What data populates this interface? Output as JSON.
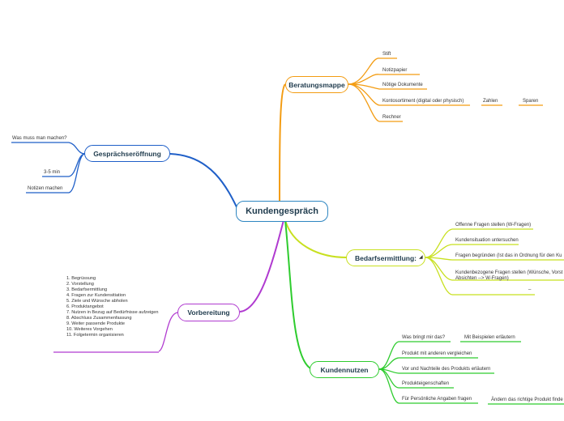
{
  "central": "Kundengespräch",
  "colors": {
    "central": "#2e86c1",
    "beratung": "#f39c12",
    "bedarf": "#c8e01f",
    "nutzen": "#2ecc2e",
    "vorbereitung": "#b03ad0",
    "eroeffnung": "#1f5fc8"
  },
  "beratungsmappe": {
    "title": "Beratungsmappe",
    "items": [
      "Stift",
      "Notizpapier",
      "Nötige Dokumente",
      "Kontosortiment (digital oder physisch)",
      "Rechner"
    ],
    "sub": [
      "Zahlen",
      "Sparen"
    ]
  },
  "gespraechseroeffnung": {
    "title": "Gesprächseröffnung",
    "items": [
      "Was muss man machen?",
      "3-5 min",
      "Notizen machen"
    ]
  },
  "bedarfsermittlung": {
    "title": "Bedarfsermittlung:",
    "items": [
      "Offenne Fragen stellen (W-Fragen)",
      "Kundensituation untersuchen",
      "Fragen begründen (Ist das in Ordnung für den Ku",
      "Kundenbezogene Fragen stellen (Wünsche, Vorst",
      "Absichten --> W-Fragen)",
      "_"
    ]
  },
  "vorbereitung": {
    "title": "Vorbereitung",
    "steps": [
      "1. Begrüssung",
      "2. Vorstellung",
      "3. Bedarfsermittlung",
      "4. Fragen zur Kundensitiation",
      "5. Ziele und Wünsche abholen",
      "6. Produktangebot",
      "7. Nutzen in Bezug auf Bedürfnisse aufzeigen",
      "8. Abschluss Zusammenfassung",
      "9. Weiter passende Produkte",
      "10. Weiteres Vorgehen",
      "11. Folgetermin organisieren"
    ]
  },
  "kundennutzen": {
    "title": "Kundennutzen",
    "items": [
      "Was bringt mir das?",
      "Produkt mit anderen vergleichen",
      "Vor und Nachteile des Produkts erläutern",
      "Produkteigenschaften",
      "Für Persönliche Angaben fragen"
    ],
    "sub": [
      "Mit Beispielen erläutern",
      "Ändern das richtige Produkt finde"
    ]
  }
}
